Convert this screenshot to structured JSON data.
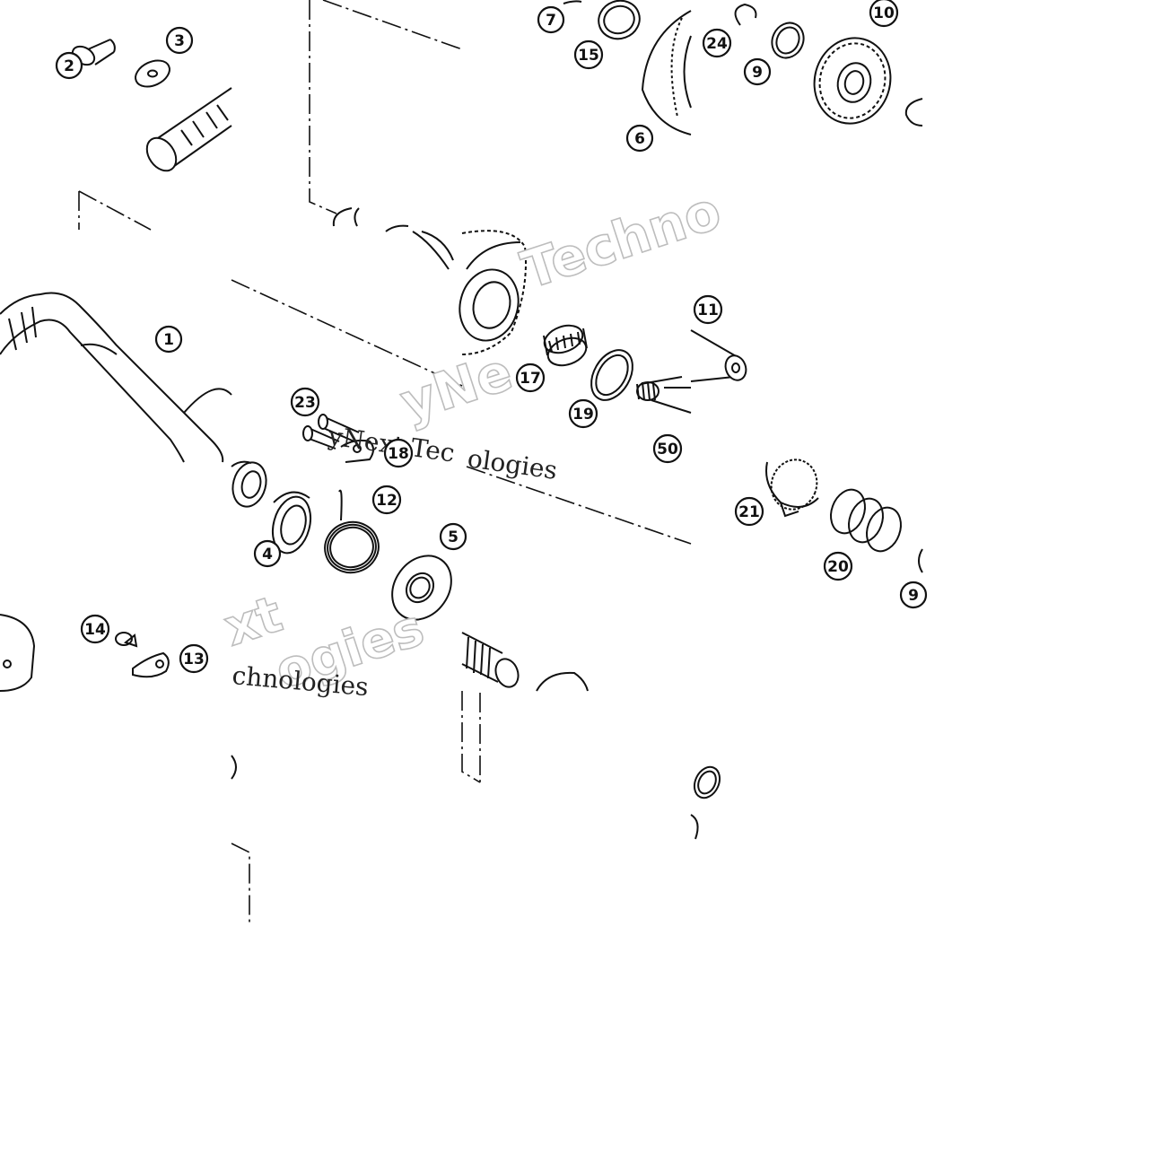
{
  "diagram": {
    "parts": [
      {
        "id": "p1",
        "label": "1"
      },
      {
        "id": "p2",
        "label": "2"
      },
      {
        "id": "p3",
        "label": "3"
      },
      {
        "id": "p4",
        "label": "4"
      },
      {
        "id": "p5",
        "label": "5"
      },
      {
        "id": "p6",
        "label": "6"
      },
      {
        "id": "p7",
        "label": "7"
      },
      {
        "id": "p9a",
        "label": "9"
      },
      {
        "id": "p9b",
        "label": "9"
      },
      {
        "id": "p10",
        "label": "10"
      },
      {
        "id": "p11",
        "label": "11"
      },
      {
        "id": "p12",
        "label": "12"
      },
      {
        "id": "p13",
        "label": "13"
      },
      {
        "id": "p14",
        "label": "14"
      },
      {
        "id": "p15",
        "label": "15"
      },
      {
        "id": "p17",
        "label": "17"
      },
      {
        "id": "p18",
        "label": "18"
      },
      {
        "id": "p19",
        "label": "19"
      },
      {
        "id": "p20",
        "label": "20"
      },
      {
        "id": "p21",
        "label": "21"
      },
      {
        "id": "p23",
        "label": "23"
      },
      {
        "id": "p24",
        "label": "24"
      },
      {
        "id": "p50",
        "label": "50"
      }
    ],
    "watermark": {
      "w1": "Techno",
      "w2": "yNe",
      "w3": "xt",
      "w4": "ogies",
      "w5": "yNext Tec",
      "w6": "ologies",
      "w7": "chnologies"
    }
  }
}
